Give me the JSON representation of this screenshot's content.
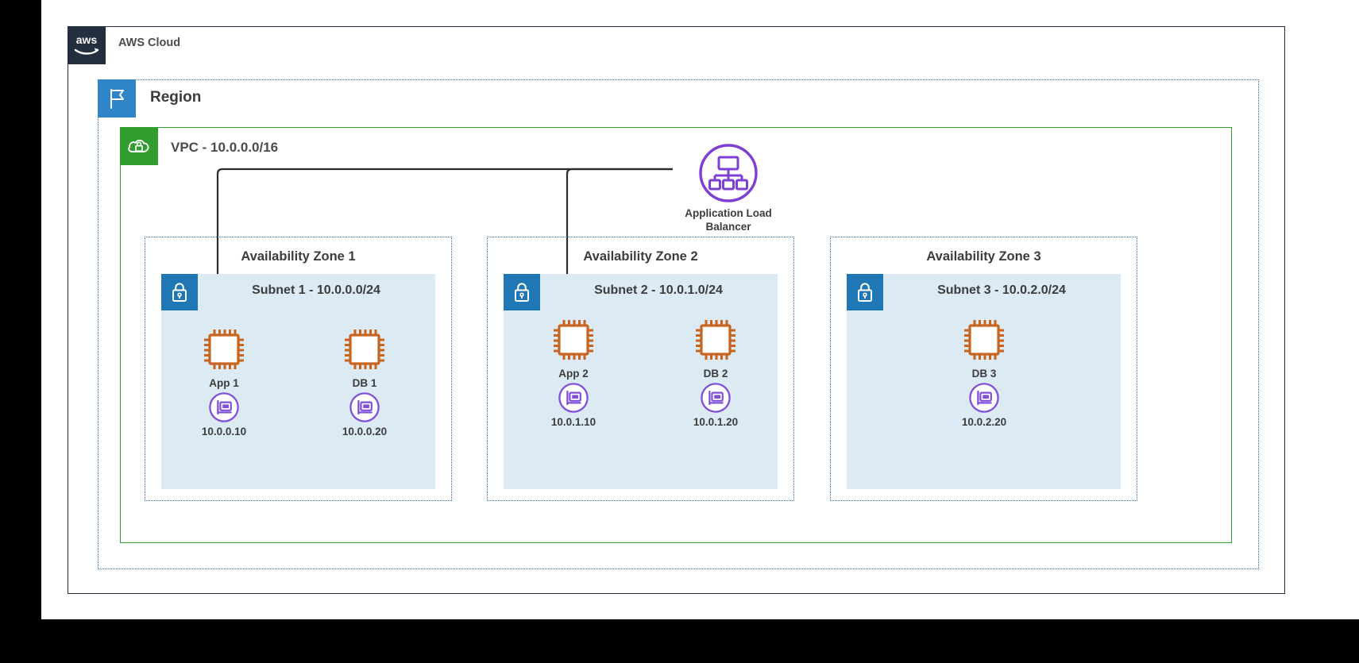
{
  "cloud": {
    "label": "AWS Cloud",
    "icon": "aws-logo-icon",
    "border_color": "#232f3e"
  },
  "region": {
    "label": "Region",
    "icon": "region-flag-icon",
    "icon_color": "#2e86c8",
    "border_color": "#2e73b8"
  },
  "vpc": {
    "label": "VPC - 10.0.0.0/16",
    "icon": "vpc-cloud-lock-icon",
    "icon_color": "#2f9e2f",
    "border_color": "#2f9e2f"
  },
  "load_balancer": {
    "name": "Application Load Balancer",
    "line1": "Application Load",
    "line2": "Balancer",
    "icon": "application-load-balancer-icon",
    "color": "#7d3fd4"
  },
  "colors": {
    "ec2_orange": "#c8641e",
    "eni_purple": "#8050d8",
    "subnet_fill": "#dceaf4",
    "subnet_icon": "#1f77b4",
    "connector": "#2b2b2b"
  },
  "availability_zones": [
    {
      "title": "Availability Zone 1",
      "subnet": {
        "title": "Subnet 1 - 10.0.0.0/24",
        "icon": "subnet-lock-icon"
      },
      "instances": [
        {
          "label": "App 1",
          "icon": "ec2-instance-icon"
        },
        {
          "label": "DB 1",
          "icon": "ec2-instance-icon"
        }
      ],
      "interfaces": [
        {
          "ip": "10.0.0.10",
          "icon": "network-interface-icon"
        },
        {
          "ip": "10.0.0.20",
          "icon": "network-interface-icon"
        }
      ]
    },
    {
      "title": "Availability Zone 2",
      "subnet": {
        "title": "Subnet 2 - 10.0.1.0/24",
        "icon": "subnet-lock-icon"
      },
      "instances": [
        {
          "label": "App 2",
          "icon": "ec2-instance-icon"
        },
        {
          "label": "DB 2",
          "icon": "ec2-instance-icon"
        }
      ],
      "interfaces": [
        {
          "ip": "10.0.1.10",
          "icon": "network-interface-icon"
        },
        {
          "ip": "10.0.1.20",
          "icon": "network-interface-icon"
        }
      ]
    },
    {
      "title": "Availability Zone 3",
      "subnet": {
        "title": "Subnet 3 - 10.0.2.0/24",
        "icon": "subnet-lock-icon"
      },
      "instances": [
        {
          "label": "DB 3",
          "icon": "ec2-instance-icon"
        }
      ],
      "interfaces": [
        {
          "ip": "10.0.2.20",
          "icon": "network-interface-icon"
        }
      ]
    }
  ]
}
